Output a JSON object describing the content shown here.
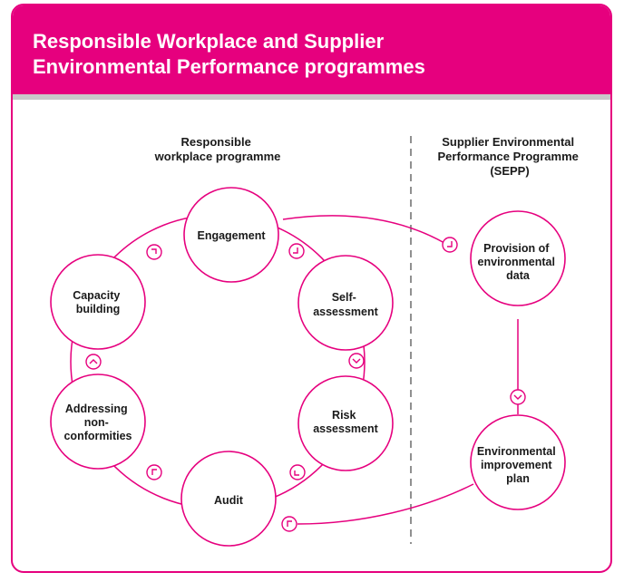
{
  "header": {
    "title": "Responsible Workplace and Supplier Environmental Performance programmes"
  },
  "colors": {
    "accent": "#e6007e",
    "divider": "#c9c9c9",
    "text": "#1a1a1a"
  },
  "sections": {
    "left_title": [
      "Responsible",
      "workplace programme"
    ],
    "right_title": [
      "Supplier Environmental",
      "Performance Programme",
      "(SEPP)"
    ]
  },
  "cycle_nodes": {
    "engagement": [
      "Engagement"
    ],
    "self_assessment": [
      "Self-",
      "assessment"
    ],
    "risk_assessment": [
      "Risk",
      "assessment"
    ],
    "audit": [
      "Audit"
    ],
    "addressing": [
      "Addressing",
      "non-",
      "conformities"
    ],
    "capacity": [
      "Capacity",
      "building"
    ]
  },
  "sepp_nodes": {
    "provision": [
      "Provision of",
      "environmental",
      "data"
    ],
    "improvement": [
      "Environmental",
      "improvement",
      "plan"
    ]
  },
  "arrow_icons": [
    "arrow-circle-icon",
    "chevron-down-circle-icon",
    "chevron-up-circle-icon"
  ]
}
